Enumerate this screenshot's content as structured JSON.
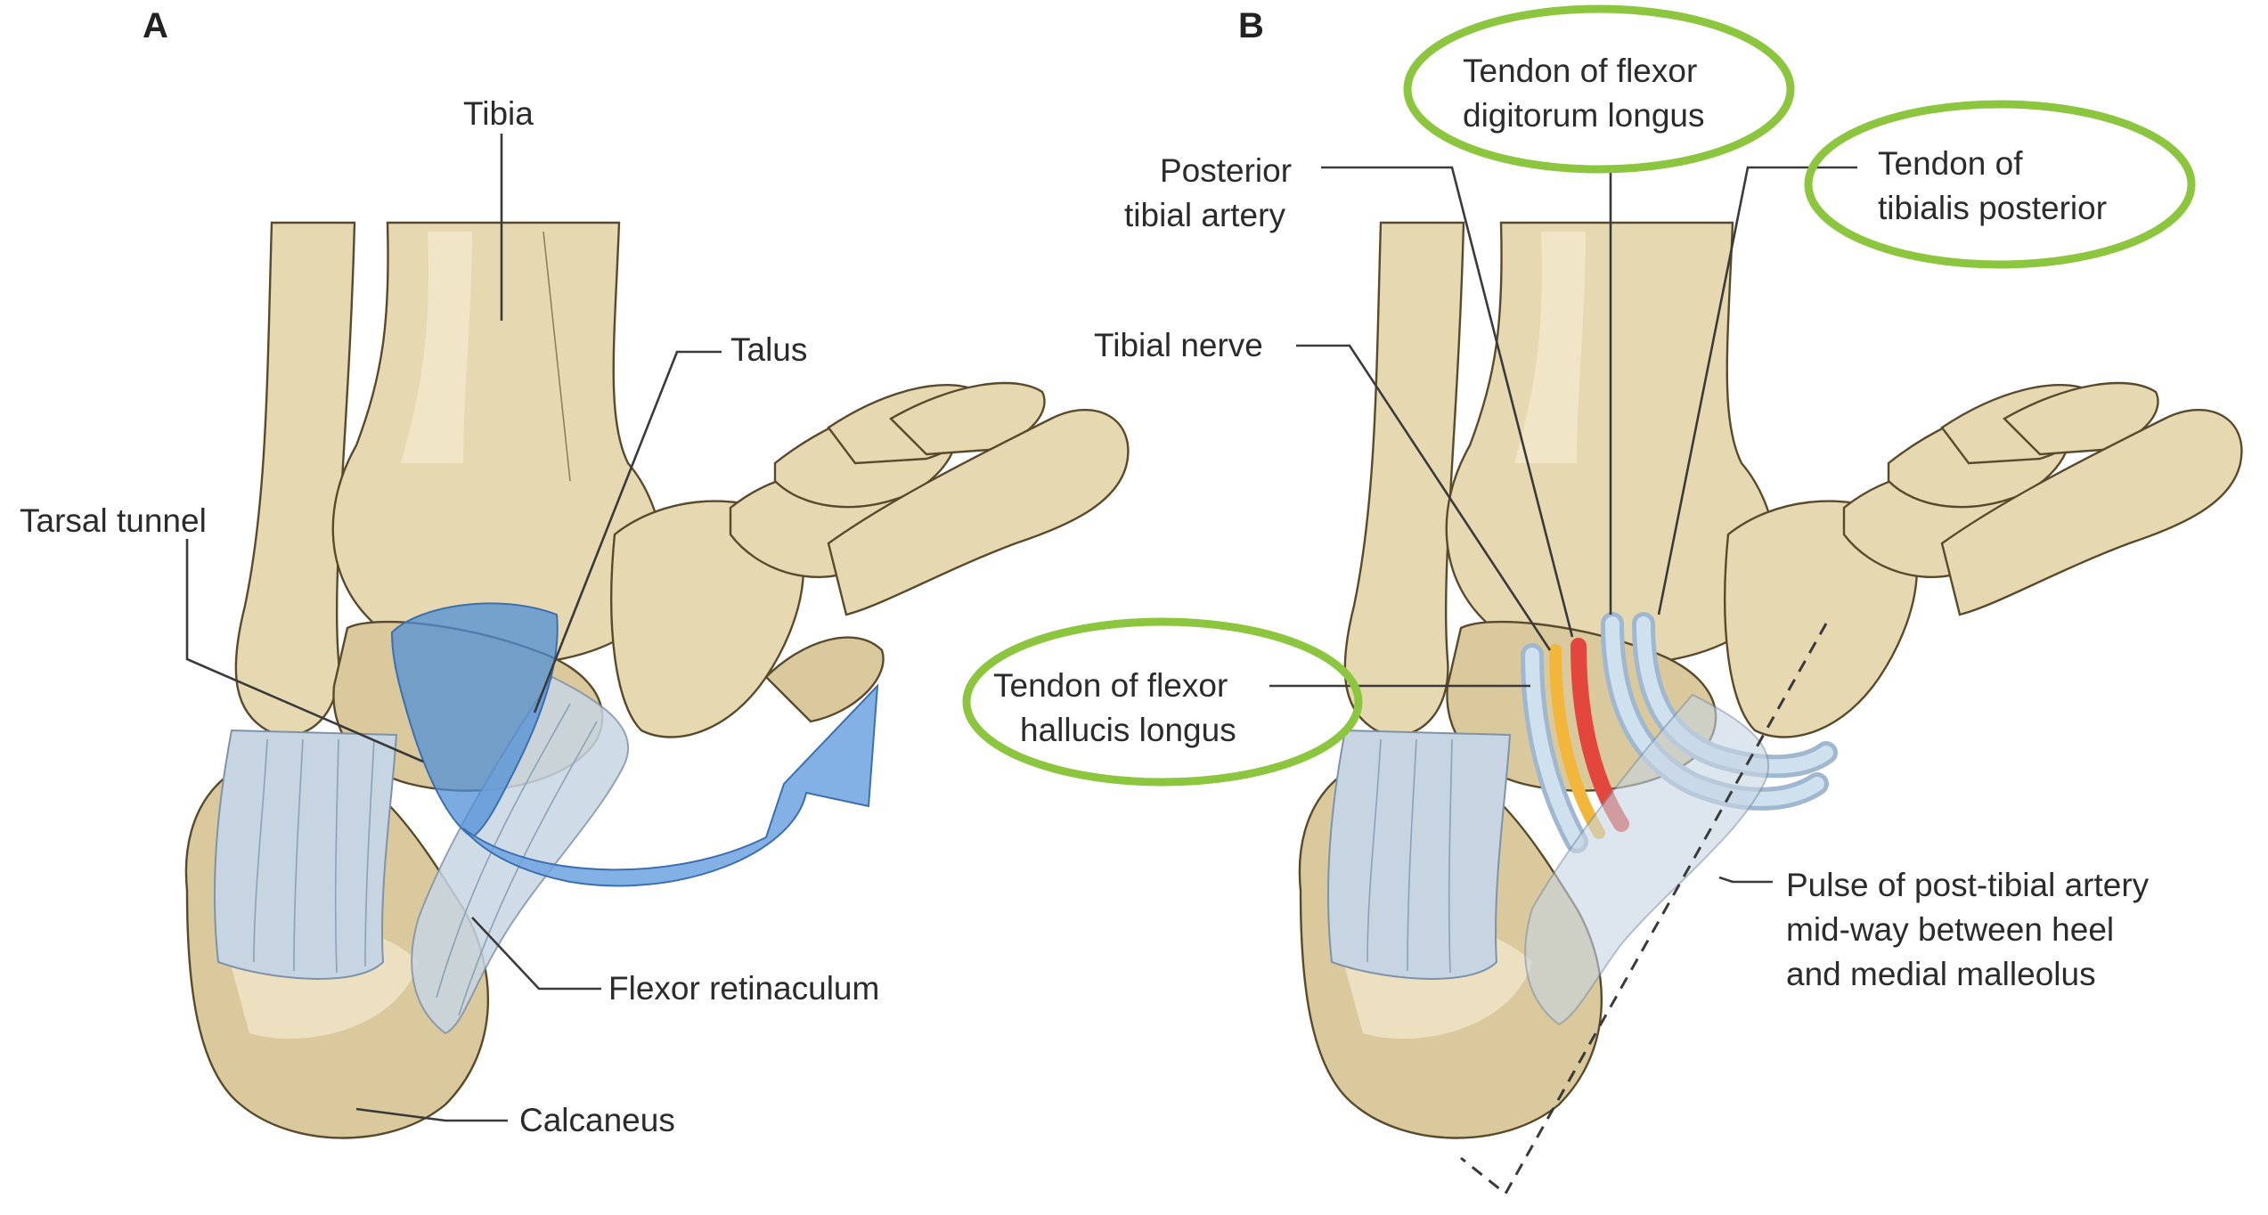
{
  "panels": [
    {
      "letter": "A",
      "labels": {
        "tibia": "Tibia",
        "talus": "Talus",
        "tarsal_tunnel": "Tarsal tunnel",
        "flexor_retinaculum": "Flexor retinaculum",
        "calcaneus": "Calcaneus"
      }
    },
    {
      "letter": "B",
      "labels": {
        "fdl": [
          "Tendon of flexor",
          "digitorum longus"
        ],
        "pta": [
          "Posterior",
          "tibial artery"
        ],
        "tp": [
          "Tendon of",
          "tibialis posterior"
        ],
        "tibial_nerve": "Tibial nerve",
        "fhl": [
          "Tendon of flexor",
          "hallucis longus"
        ],
        "pulse": [
          "Pulse of post-tibial artery",
          "mid-way between heel",
          "and medial malleolus"
        ]
      }
    }
  ],
  "colors": {
    "highlight": "#8cc63f",
    "bone": "#e6d9b2",
    "tunnel_arrow": "#4f8fd6",
    "artery": "#e2463c",
    "nerve": "#f2b73a",
    "tendon": "#b9d0e4"
  }
}
